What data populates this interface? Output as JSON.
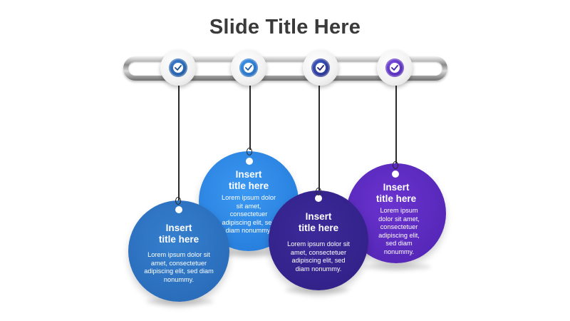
{
  "slide": {
    "title": "Slide Title Here"
  },
  "theme": {
    "colors": [
      "#2f6fbe",
      "#2f8be8",
      "#3f2a96",
      "#5a2cc2"
    ]
  },
  "items": [
    {
      "title_line1": "Insert",
      "title_line2": "title here",
      "body": "Lorem ipsum dolor sit amet, consectetuer adipiscing elit, sed diam nonummy.",
      "icon": "check-icon"
    },
    {
      "title_line1": "Insert",
      "title_line2": "title here",
      "body": "Lorem ipsum dolor sit amet, consectetuer adipiscing elit, sed diam nonummy.",
      "icon": "check-icon"
    },
    {
      "title_line1": "Insert",
      "title_line2": "title here",
      "body": "Lorem ipsum dolor sit amet, consectetuer adipiscing elit, sed diam nonummy.",
      "icon": "check-icon"
    },
    {
      "title_line1": "Insert",
      "title_line2": "title here",
      "body": "Lorem ipsum dolor sit amet, consectetuer adipiscing elit, sed diam nonummy.",
      "icon": "check-icon"
    }
  ]
}
